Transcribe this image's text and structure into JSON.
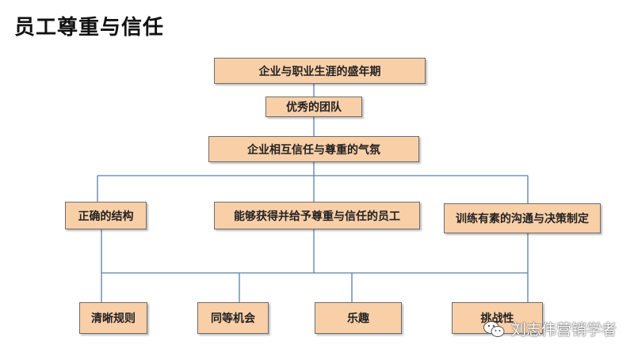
{
  "title": "员工尊重与信任",
  "nodes": {
    "top1": "企业与职业生涯的盛年期",
    "top2": "优秀的团队",
    "top3": "企业相互信任与尊重的气氛",
    "mid_left": "正确的结构",
    "mid_center": "能够获得并给予尊重与信任的员工",
    "mid_right": "训练有素的沟通与决策制定",
    "bot1": "清晰规则",
    "bot2": "同等机会",
    "bot3": "乐趣",
    "bot4": "挑战性"
  },
  "watermark": {
    "text": "刘志伟营销学者",
    "icon": "wechat-icon"
  },
  "colors": {
    "box_fill": "#f9cfa8",
    "line": "#5b7fa6"
  }
}
